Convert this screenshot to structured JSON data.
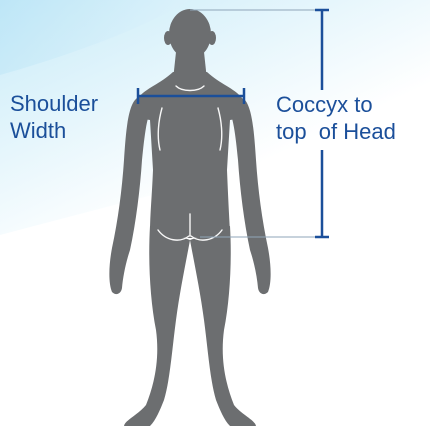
{
  "labels": {
    "shoulder_line1": "Shoulder",
    "shoulder_line2": "Width",
    "coccyx_line1": "Coccyx to",
    "coccyx_line2": "top  of Head"
  },
  "colors": {
    "text": "#1b4f9a",
    "measure_line": "#1b4f9a",
    "figure": "#6c6e70",
    "figure_detail": "#ffffff",
    "guide_line": "#8fa5b8",
    "bg_tint": "#c8ebf8"
  },
  "icons": {
    "figure": "human-silhouette-back"
  }
}
